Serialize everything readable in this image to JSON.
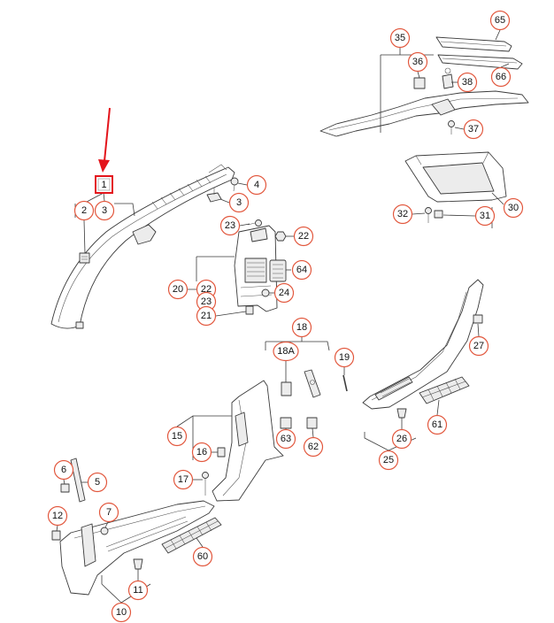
{
  "diagram": {
    "highlight_color": "#e3141b",
    "callout_color": "#e2583e",
    "line_color": "#3a3a3a"
  },
  "highlight": {
    "label": "1"
  },
  "callouts": [
    {
      "label": "65"
    },
    {
      "label": "35"
    },
    {
      "label": "36"
    },
    {
      "label": "38"
    },
    {
      "label": "66"
    },
    {
      "label": "37"
    },
    {
      "label": "4"
    },
    {
      "label": "2"
    },
    {
      "label": "3"
    },
    {
      "label": "3"
    },
    {
      "label": "23"
    },
    {
      "label": "22"
    },
    {
      "label": "64"
    },
    {
      "label": "20"
    },
    {
      "label": "22"
    },
    {
      "label": "23"
    },
    {
      "label": "24"
    },
    {
      "label": "21"
    },
    {
      "label": "30"
    },
    {
      "label": "32"
    },
    {
      "label": "31"
    },
    {
      "label": "27"
    },
    {
      "label": "18"
    },
    {
      "label": "18A"
    },
    {
      "label": "19"
    },
    {
      "label": "15"
    },
    {
      "label": "16"
    },
    {
      "label": "63"
    },
    {
      "label": "62"
    },
    {
      "label": "26"
    },
    {
      "label": "61"
    },
    {
      "label": "25"
    },
    {
      "label": "6"
    },
    {
      "label": "5"
    },
    {
      "label": "17"
    },
    {
      "label": "7"
    },
    {
      "label": "12"
    },
    {
      "label": "60"
    },
    {
      "label": "11"
    },
    {
      "label": "10"
    }
  ]
}
